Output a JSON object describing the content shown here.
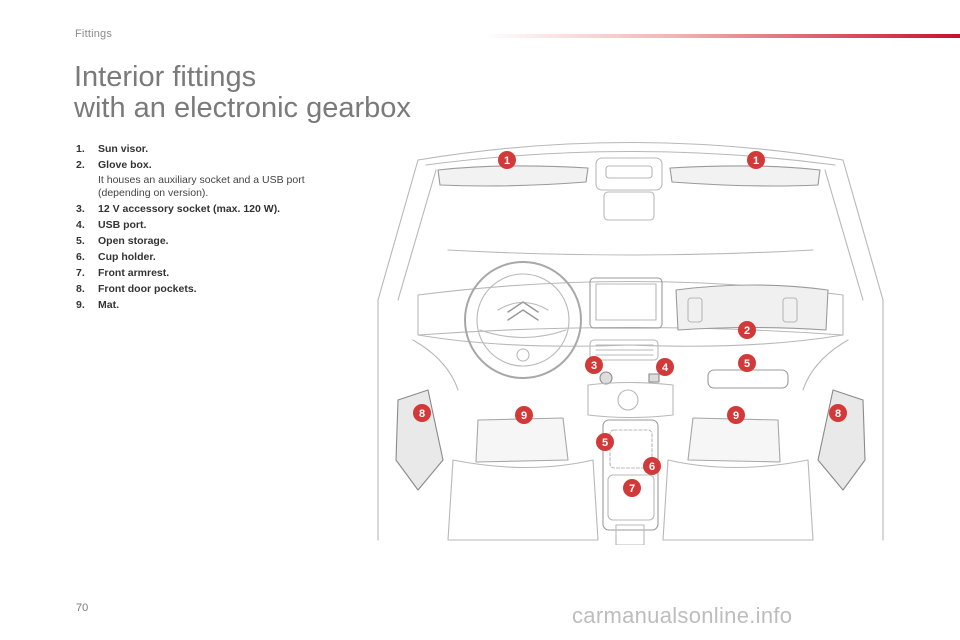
{
  "header": {
    "section": "Fittings"
  },
  "title": {
    "line1": "Interior fittings",
    "line2": "with an electronic gearbox"
  },
  "legend": [
    {
      "num": "1.",
      "label": "Sun visor."
    },
    {
      "num": "2.",
      "label": "Glove box.",
      "note": "It houses an auxiliary socket and a USB port (depending on version)."
    },
    {
      "num": "3.",
      "label": "12 V accessory socket (max. 120 W)."
    },
    {
      "num": "4.",
      "label": "USB port."
    },
    {
      "num": "5.",
      "label": "Open storage."
    },
    {
      "num": "6.",
      "label": "Cup holder."
    },
    {
      "num": "7.",
      "label": "Front armrest."
    },
    {
      "num": "8.",
      "label": "Front door pockets."
    },
    {
      "num": "9.",
      "label": "Mat."
    }
  ],
  "callouts": {
    "c1a": "1",
    "c1b": "1",
    "c2": "2",
    "c3": "3",
    "c4": "4",
    "c5a": "5",
    "c5b": "5",
    "c6": "6",
    "c7": "7",
    "c8a": "8",
    "c8b": "8",
    "c9a": "9",
    "c9b": "9"
  },
  "colors": {
    "accent": "#c8102e",
    "callout": "#d23a3a"
  },
  "page_number": "70",
  "watermark": "carmanualsonline.info"
}
